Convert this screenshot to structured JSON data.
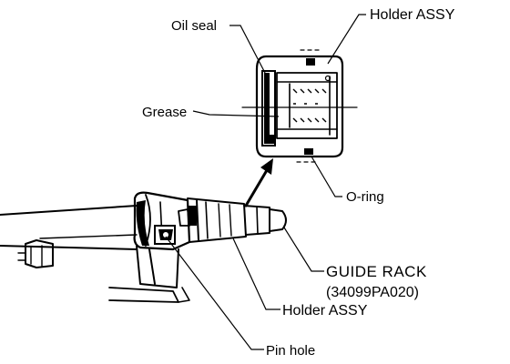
{
  "labels": {
    "oil_seal": "Oil seal",
    "holder_assy_top": "Holder ASSY",
    "grease": "Grease",
    "o_ring": "O-ring",
    "guide_rack": "GUIDE RACK",
    "part_number": "(34099PA020)",
    "holder_assy_bottom": "Holder ASSY",
    "pin_hole": "Pin hole"
  },
  "colors": {
    "ink": "#000000",
    "paper": "#ffffff"
  }
}
